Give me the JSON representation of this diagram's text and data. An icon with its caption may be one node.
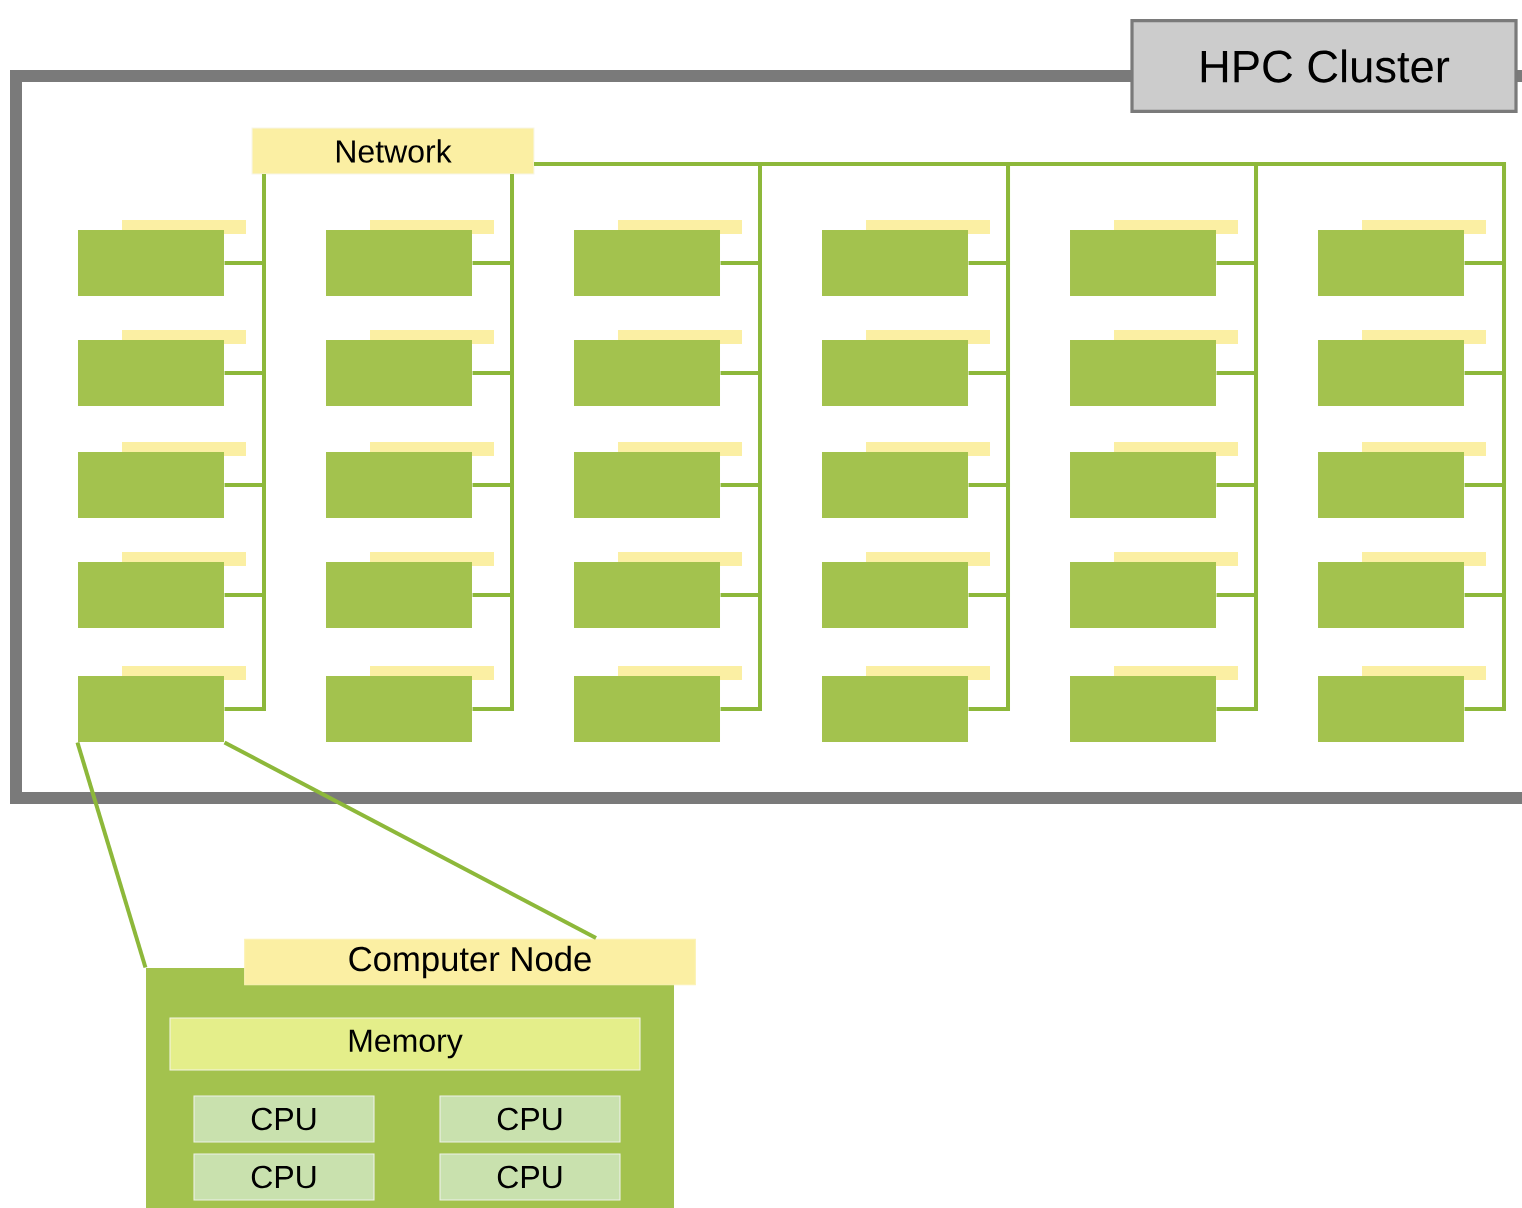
{
  "diagram": {
    "nodes": [
      {
        "text": [
          "HPC Cluster"
        ]
      },
      {
        "text": [
          "Network"
        ],
        "in": 0
      },
      {
        "text": [],
        "shape": "box",
        "in": 0
      },
      {
        "text": [],
        "shape": "box",
        "in": 0
      },
      {
        "text": [],
        "shape": "box",
        "in": 0
      },
      {
        "text": [],
        "shape": "box",
        "in": 0
      },
      {
        "text": [],
        "shape": "box",
        "in": 0
      },
      {
        "text": [],
        "shape": "box",
        "in": 0
      },
      {
        "text": [],
        "shape": "box",
        "in": 0
      },
      {
        "text": [],
        "shape": "box",
        "in": 0
      },
      {
        "text": [],
        "shape": "box",
        "in": 0
      },
      {
        "text": [],
        "shape": "box",
        "in": 0
      },
      {
        "text": [],
        "shape": "box",
        "in": 0
      },
      {
        "text": [],
        "shape": "box",
        "in": 0
      },
      {
        "text": [],
        "shape": "box",
        "in": 0
      },
      {
        "text": [],
        "shape": "box",
        "in": 0
      },
      {
        "text": [],
        "shape": "box",
        "in": 0
      },
      {
        "text": [],
        "shape": "box",
        "in": 0
      },
      {
        "text": [],
        "shape": "box",
        "in": 0
      },
      {
        "text": [],
        "shape": "box",
        "in": 0
      },
      {
        "text": [],
        "shape": "box",
        "in": 0
      },
      {
        "text": [],
        "shape": "box",
        "in": 0
      },
      {
        "text": [],
        "shape": "box",
        "in": 0
      },
      {
        "text": [],
        "shape": "box",
        "in": 0
      },
      {
        "text": [],
        "shape": "box",
        "in": 0
      },
      {
        "text": [],
        "shape": "box",
        "in": 0
      },
      {
        "text": [],
        "shape": "box",
        "in": 0
      },
      {
        "text": [],
        "shape": "box",
        "in": 0
      },
      {
        "text": [],
        "shape": "box",
        "in": 0
      },
      {
        "text": [],
        "shape": "box",
        "in": 0
      },
      {
        "text": [],
        "shape": "box",
        "in": 0
      },
      {
        "text": [],
        "shape": "box",
        "in": 0
      },
      {
        "text": [
          "Computer Node"
        ]
      },
      {
        "text": [
          "Memory"
        ],
        "in": 32
      },
      {
        "text": [
          "CPU"
        ],
        "in": 32
      },
      {
        "text": [
          "CPU"
        ],
        "in": 32
      },
      {
        "text": [
          "CPU"
        ],
        "in": 32
      },
      {
        "text": [
          "CPU"
        ],
        "in": 32
      }
    ],
    "edges": [
      {
        "from": 1,
        "to": 2,
        "arrow": "none"
      },
      {
        "from": 1,
        "to": 3,
        "arrow": "none"
      },
      {
        "from": 1,
        "to": 4,
        "arrow": "none"
      },
      {
        "from": 1,
        "to": 5,
        "arrow": "none"
      },
      {
        "from": 1,
        "to": 6,
        "arrow": "none"
      },
      {
        "from": 1,
        "to": 7,
        "arrow": "none"
      },
      {
        "from": 1,
        "to": 8,
        "arrow": "none"
      },
      {
        "from": 1,
        "to": 9,
        "arrow": "none"
      },
      {
        "from": 1,
        "to": 10,
        "arrow": "none"
      },
      {
        "from": 1,
        "to": 11,
        "arrow": "none"
      },
      {
        "from": 1,
        "to": 12,
        "arrow": "none"
      },
      {
        "from": 1,
        "to": 13,
        "arrow": "none"
      },
      {
        "from": 1,
        "to": 14,
        "arrow": "none"
      },
      {
        "from": 1,
        "to": 15,
        "arrow": "none"
      },
      {
        "from": 1,
        "to": 16,
        "arrow": "none"
      },
      {
        "from": 1,
        "to": 17,
        "arrow": "none"
      },
      {
        "from": 1,
        "to": 18,
        "arrow": "none"
      },
      {
        "from": 1,
        "to": 19,
        "arrow": "none"
      },
      {
        "from": 1,
        "to": 20,
        "arrow": "none"
      },
      {
        "from": 1,
        "to": 21,
        "arrow": "none"
      },
      {
        "from": 1,
        "to": 22,
        "arrow": "none"
      },
      {
        "from": 1,
        "to": 23,
        "arrow": "none"
      },
      {
        "from": 1,
        "to": 24,
        "arrow": "none"
      },
      {
        "from": 1,
        "to": 25,
        "arrow": "none"
      },
      {
        "from": 1,
        "to": 26,
        "arrow": "none"
      },
      {
        "from": 1,
        "to": 27,
        "arrow": "none"
      },
      {
        "from": 1,
        "to": 28,
        "arrow": "none"
      },
      {
        "from": 1,
        "to": 29,
        "arrow": "none"
      },
      {
        "from": 1,
        "to": 30,
        "arrow": "none"
      },
      {
        "from": 1,
        "to": 31,
        "arrow": "none"
      },
      {
        "from": 26,
        "to": 32,
        "arrow": "none"
      },
      {
        "from": 26,
        "to": 32,
        "arrow": "none"
      }
    ]
  }
}
